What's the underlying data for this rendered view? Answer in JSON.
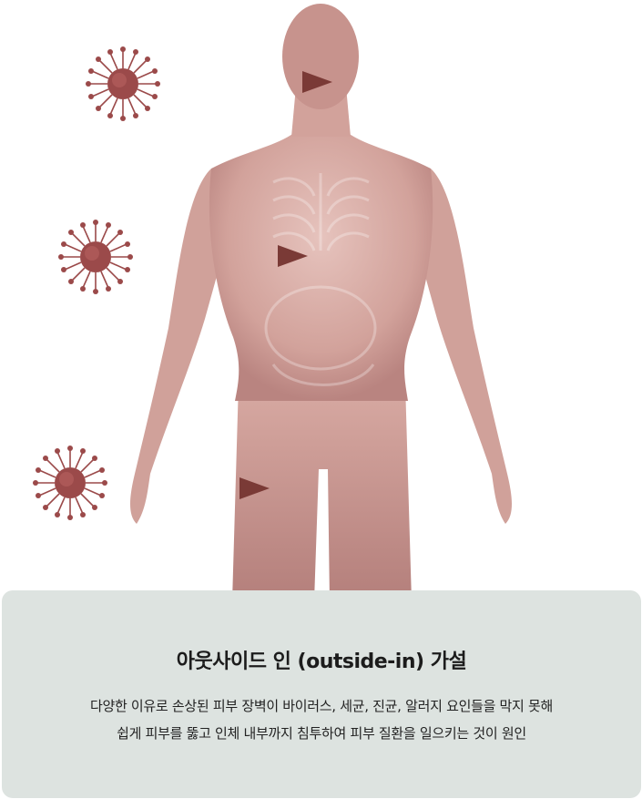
{
  "caption": {
    "title": "아웃사이드 인 (outside-in) 가설",
    "line1": "다양한 이유로 손상된 피부 장벽이 바이러스, 세균, 진균, 알러지 요인들을 막지 못해",
    "line2": "쉽게 피부를 뚫고 인체 내부까지 침투하여 피부 질환을 일으키는 것이 원인"
  },
  "icons": {
    "virus": "virus-icon",
    "arrow": "dashed-arrow-icon"
  },
  "colors": {
    "skin": "#d8aaa3",
    "virus": "#9b4a4a",
    "arrow": "#7a3a36",
    "panel": "#dde3e0"
  }
}
